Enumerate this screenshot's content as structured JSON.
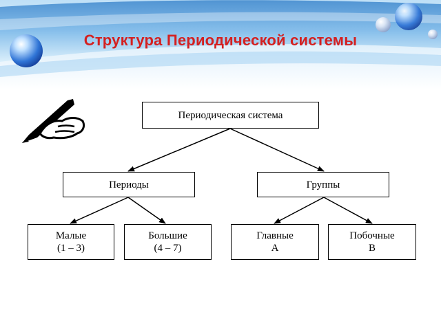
{
  "slide": {
    "title": "Структура Периодической системы"
  },
  "diagram": {
    "root": {
      "label": "Периодическая система"
    },
    "periods": {
      "label": "Периоды"
    },
    "groups": {
      "label": "Группы"
    },
    "small": {
      "line1": "Малые",
      "line2": "(1 – 3)"
    },
    "large": {
      "line1": "Большие",
      "line2": "(4 – 7)"
    },
    "main": {
      "line1": "Главные",
      "line2": "А"
    },
    "secondary": {
      "line1": "Побочные",
      "line2": "В"
    }
  },
  "colors": {
    "title": "#d42020",
    "header_band": "#4a90d0",
    "header_band_light": "#bfe0f7"
  },
  "icons": [
    "writing-hand-icon",
    "decorative-sphere-icon"
  ]
}
